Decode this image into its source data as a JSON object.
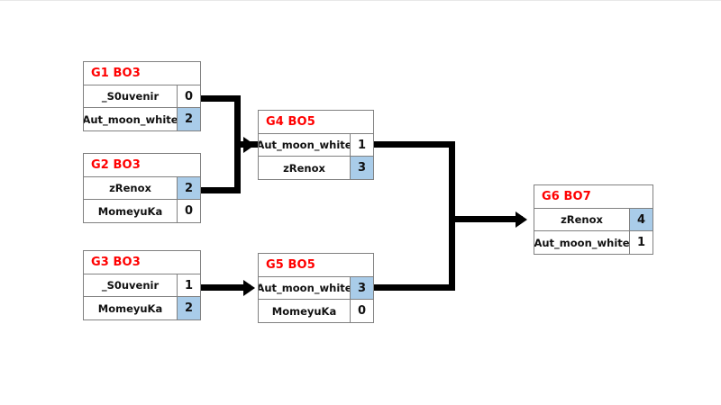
{
  "bracket": {
    "matches": [
      {
        "id": "g1",
        "title": "G1 BO3",
        "rows": [
          {
            "player": "_S0uvenir",
            "score": "0",
            "winner": false
          },
          {
            "player": "Aut_moon_white",
            "score": "2",
            "winner": true
          }
        ]
      },
      {
        "id": "g2",
        "title": "G2 BO3",
        "rows": [
          {
            "player": "zRenox",
            "score": "2",
            "winner": true
          },
          {
            "player": "MomeyuKa",
            "score": "0",
            "winner": false
          }
        ]
      },
      {
        "id": "g3",
        "title": "G3 BO3",
        "rows": [
          {
            "player": "_S0uvenir",
            "score": "1",
            "winner": false
          },
          {
            "player": "MomeyuKa",
            "score": "2",
            "winner": true
          }
        ]
      },
      {
        "id": "g4",
        "title": "G4 BO5",
        "rows": [
          {
            "player": "Aut_moon_white",
            "score": "1",
            "winner": false
          },
          {
            "player": "zRenox",
            "score": "3",
            "winner": true
          }
        ]
      },
      {
        "id": "g5",
        "title": "G5 BO5",
        "rows": [
          {
            "player": "Aut_moon_white",
            "score": "3",
            "winner": true
          },
          {
            "player": "MomeyuKa",
            "score": "0",
            "winner": false
          }
        ]
      },
      {
        "id": "g6",
        "title": "G6 BO7",
        "rows": [
          {
            "player": "zRenox",
            "score": "4",
            "winner": true
          },
          {
            "player": "Aut_moon_white",
            "score": "1",
            "winner": false
          }
        ]
      }
    ],
    "colors": {
      "winner_highlight": "#a9cce9",
      "title_text": "#ff0000",
      "box_border": "#808080",
      "connector": "#000000",
      "background": "#ffffff"
    }
  }
}
